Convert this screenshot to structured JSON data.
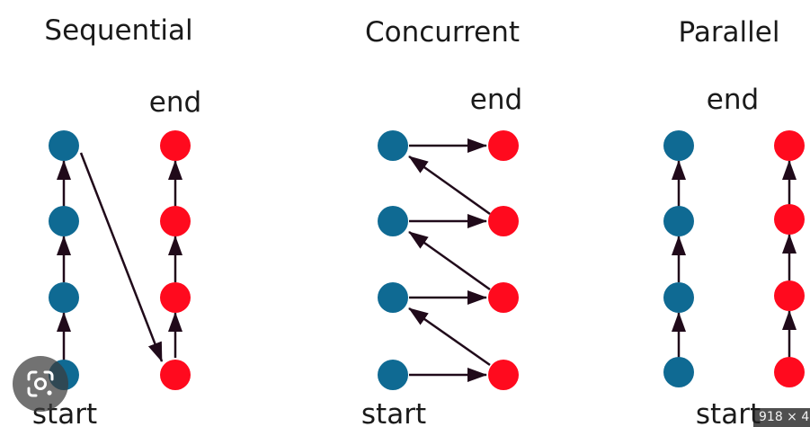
{
  "colors": {
    "blue_node": "#0f6a93",
    "red_node": "#ff0a1e",
    "arrow": "#200a1a",
    "text": "#1a1a1a"
  },
  "panels": {
    "sequential": {
      "title": "Sequential",
      "end": "end",
      "start": "start"
    },
    "concurrent": {
      "title": "Concurrent",
      "end": "end",
      "start": "start"
    },
    "parallel": {
      "title": "Parallel",
      "end": "end",
      "start": "start"
    }
  },
  "overlay": {
    "size_badge": "918 × 4",
    "lens_icon": "lens-icon"
  }
}
